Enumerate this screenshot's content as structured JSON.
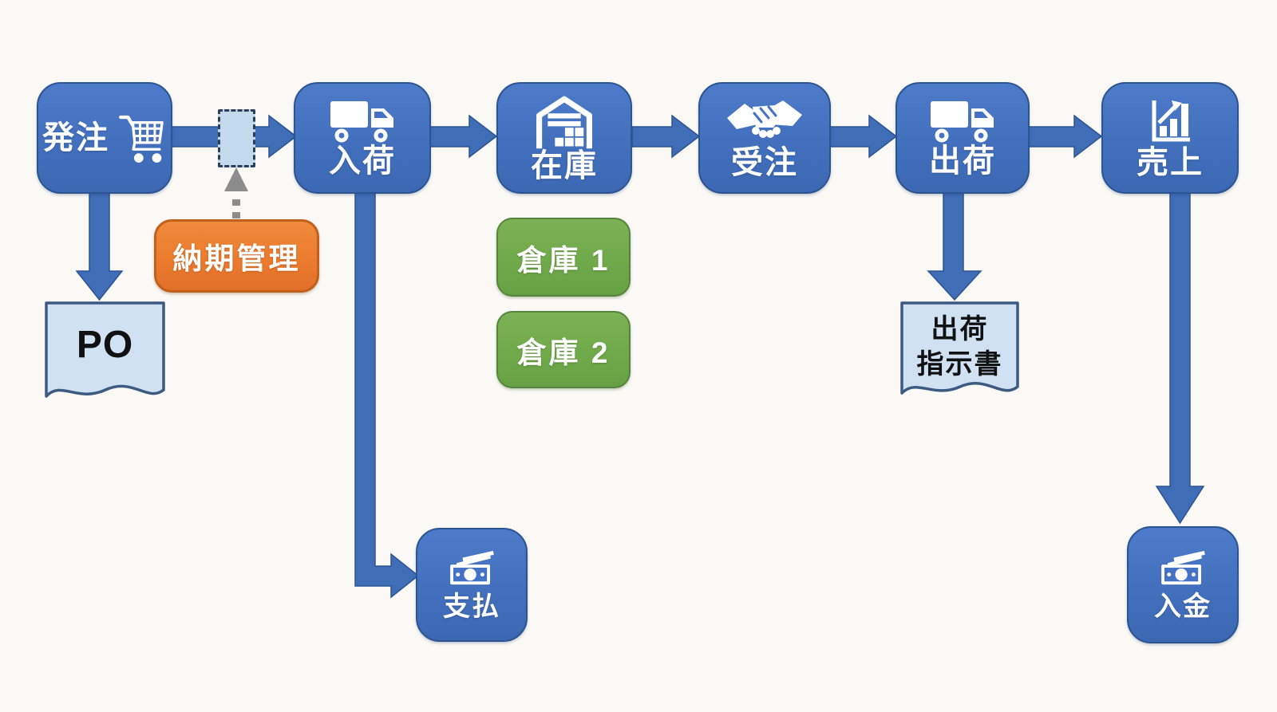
{
  "diagram": {
    "process": {
      "order": "発注",
      "receiving": "入荷",
      "inventory": "在庫",
      "sales_order": "受注",
      "shipping": "出荷",
      "sales": "売上"
    },
    "sub_nodes": {
      "delivery_management": "納期管理",
      "warehouse_1": "倉庫 1",
      "warehouse_2": "倉庫 2",
      "payment": "支払",
      "deposit": "入金"
    },
    "documents": {
      "po": "PO",
      "shipping_instruction_line1": "出荷",
      "shipping_instruction_line2": "指示書"
    },
    "icons": {
      "order": "shopping-cart",
      "receiving": "delivery-truck",
      "inventory": "warehouse",
      "sales_order": "handshake",
      "shipping": "delivery-truck",
      "sales": "growth-chart",
      "payment": "money-bills",
      "deposit": "money-bills"
    },
    "colors": {
      "process_blue": "#4472C4",
      "process_blue_border": "#2D5492",
      "dashed_box_fill": "#C3D9EC",
      "document_fill": "#CFE1F2",
      "document_border": "#3C5A82",
      "orange": "#ED7D31",
      "orange_border": "#C2601C",
      "green": "#70AD47",
      "green_border": "#55853A",
      "arrow_gray": "#8C8C8C",
      "background": "#FAF9F6"
    }
  }
}
